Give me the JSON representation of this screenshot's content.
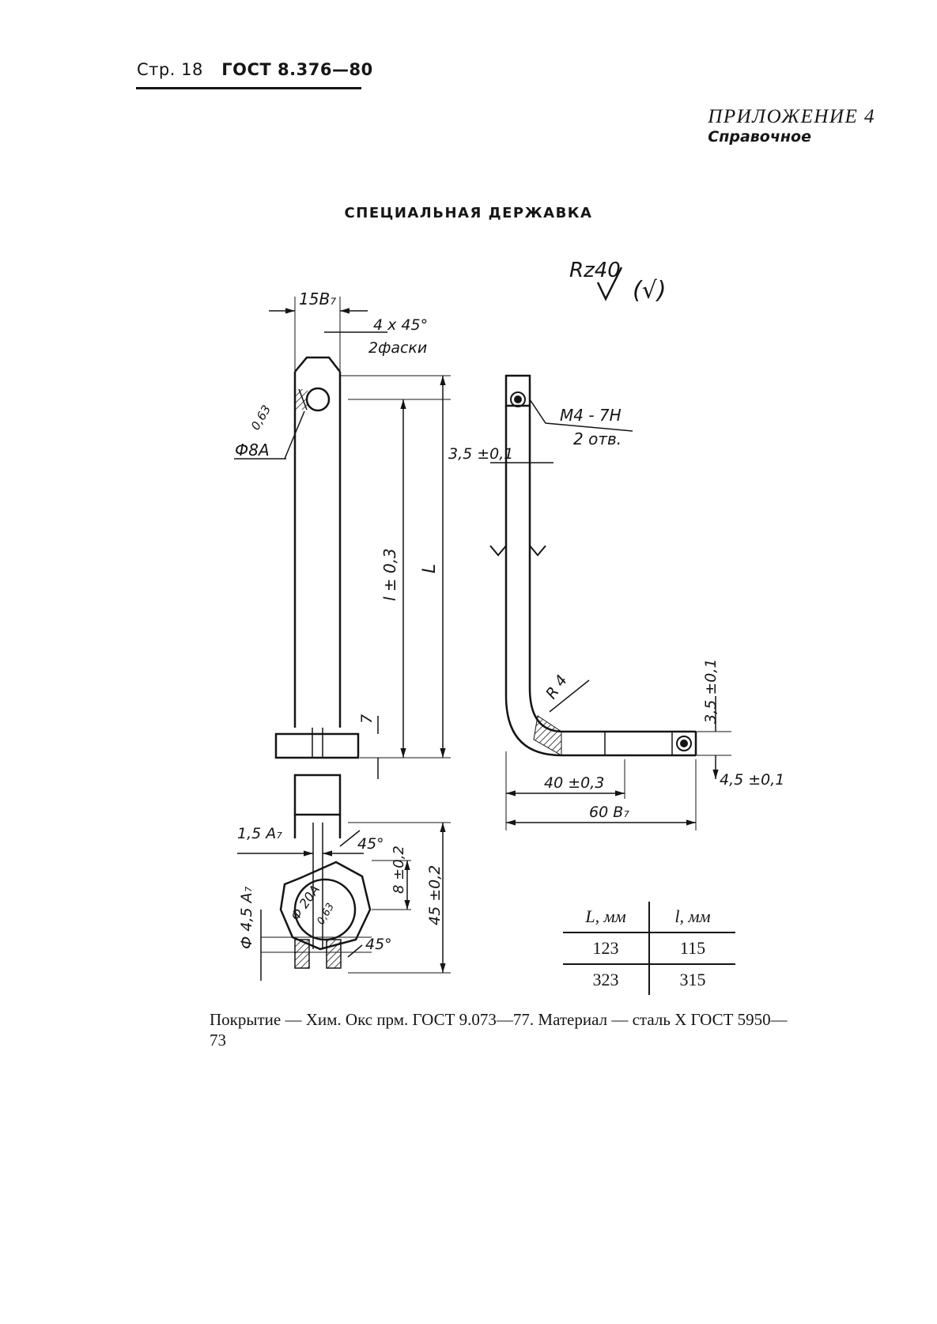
{
  "header": {
    "page_label": "Стр. 18",
    "standard": "ГОСТ 8.376—80"
  },
  "appendix": {
    "title": "ПРИЛОЖЕНИЕ 4",
    "subtitle": "Справочное"
  },
  "document_title": "СПЕЦИАЛЬНАЯ ДЕРЖАВКА",
  "drawing": {
    "roughness": "Rz40",
    "roughness_symbol": "(√)",
    "labels": {
      "width": "15B₇",
      "chamfer": "4 x 45°",
      "chamfer_count": "2фаски",
      "hole_dia": "Ф8A",
      "roughness_063": "0,63",
      "thread": "M4 - 7H",
      "thread_count": "2 отв.",
      "offset": "3,5 ±0,1",
      "len_l": "l ± 0,3",
      "len_L": "L",
      "seven": "7",
      "radius": "R 4",
      "offset_v": "3,5 ±0,1",
      "offset_h": "4,5 ±0,1",
      "dim_40": "40 ±0,3",
      "dim_60": "60 B₇",
      "slot": "1,5 A₇",
      "angle_top": "45°",
      "angle_bottom": "45°",
      "dim_8": "8 ±0,2",
      "dim_45": "45 ±0,2",
      "hole_small": "Ф 4,5 A₇",
      "bore": "Ф 20A",
      "bore_rough": "0,63"
    }
  },
  "table": {
    "headers": [
      "L, мм",
      "l, мм"
    ],
    "rows": [
      [
        "123",
        "115"
      ],
      [
        "323",
        "315"
      ]
    ]
  },
  "note": "Покрытие — Хим. Окс прм. ГОСТ 9.073—77. Материал — сталь X ГОСТ 5950—73"
}
